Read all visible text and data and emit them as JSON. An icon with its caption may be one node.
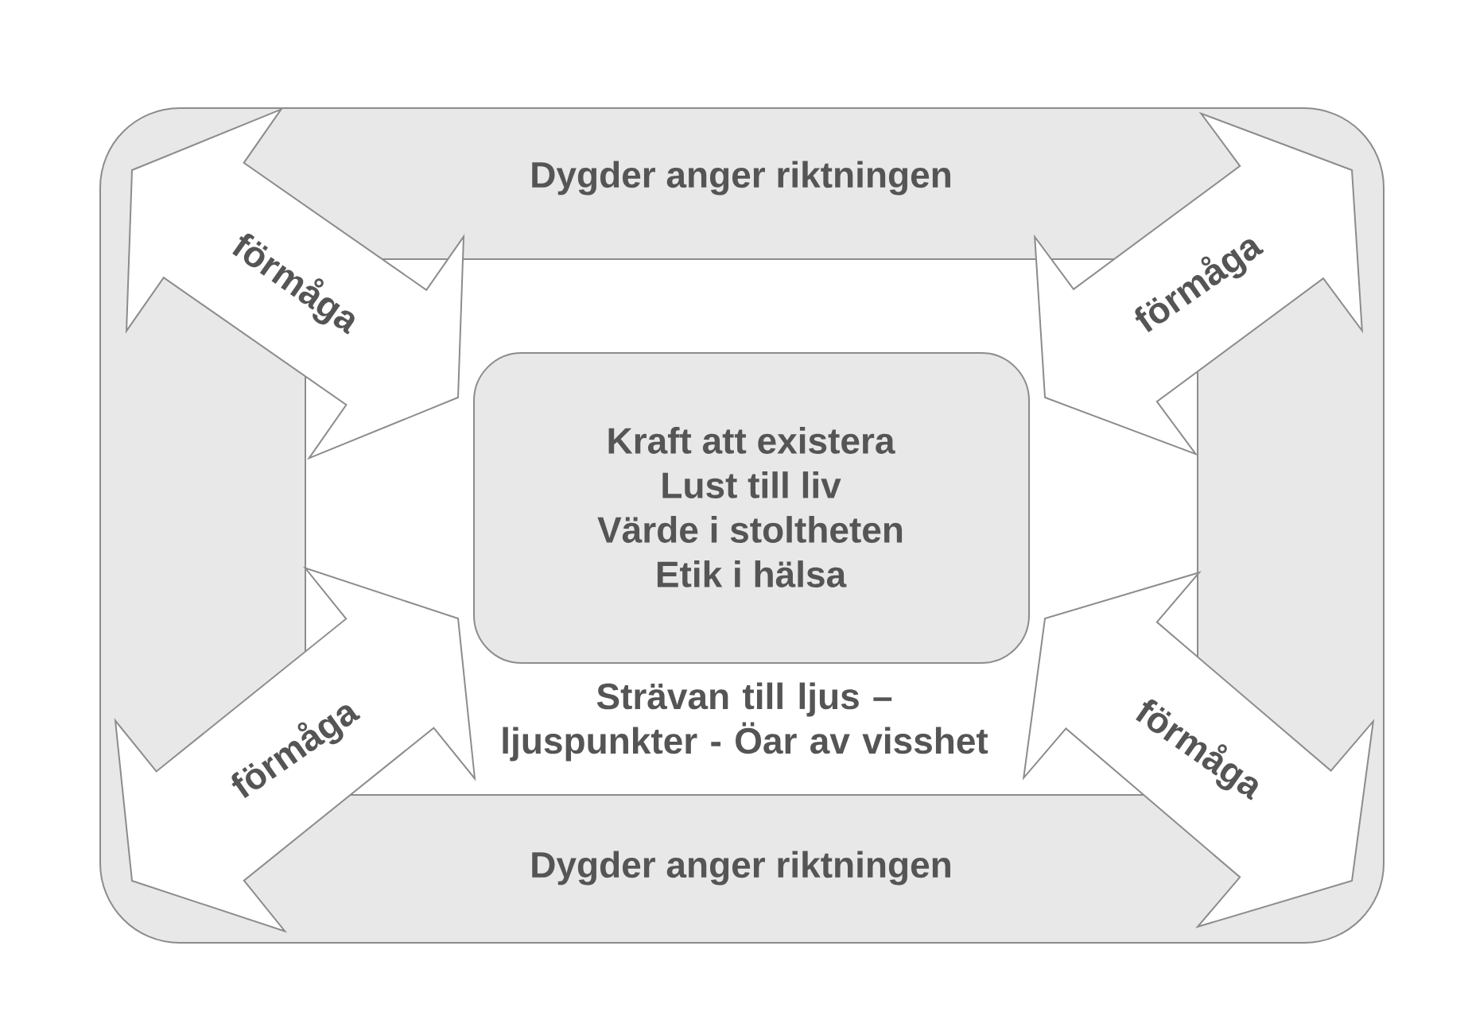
{
  "diagram": {
    "nodes": [
      {
        "text": [
          "Dygder anger riktningen",
          "Dygder anger riktningen"
        ]
      },
      {
        "text": [
          "Strävan till ljus – ljuspunkter - Öar av visshet"
        ],
        "in": 0
      },
      {
        "text": [
          "Kraft att existera",
          "Lust till liv",
          "Värde i stoltheten",
          "Etik i hälsa"
        ],
        "in": 1
      }
    ],
    "edges": [
      {
        "from": 0,
        "to": 2,
        "arrow": "both",
        "label": "förmåga"
      },
      {
        "from": 0,
        "to": 2,
        "arrow": "both",
        "label": "förmåga"
      },
      {
        "from": 0,
        "to": 2,
        "arrow": "both",
        "label": "förmåga"
      },
      {
        "from": 0,
        "to": 2,
        "arrow": "both",
        "label": "förmåga"
      }
    ]
  }
}
